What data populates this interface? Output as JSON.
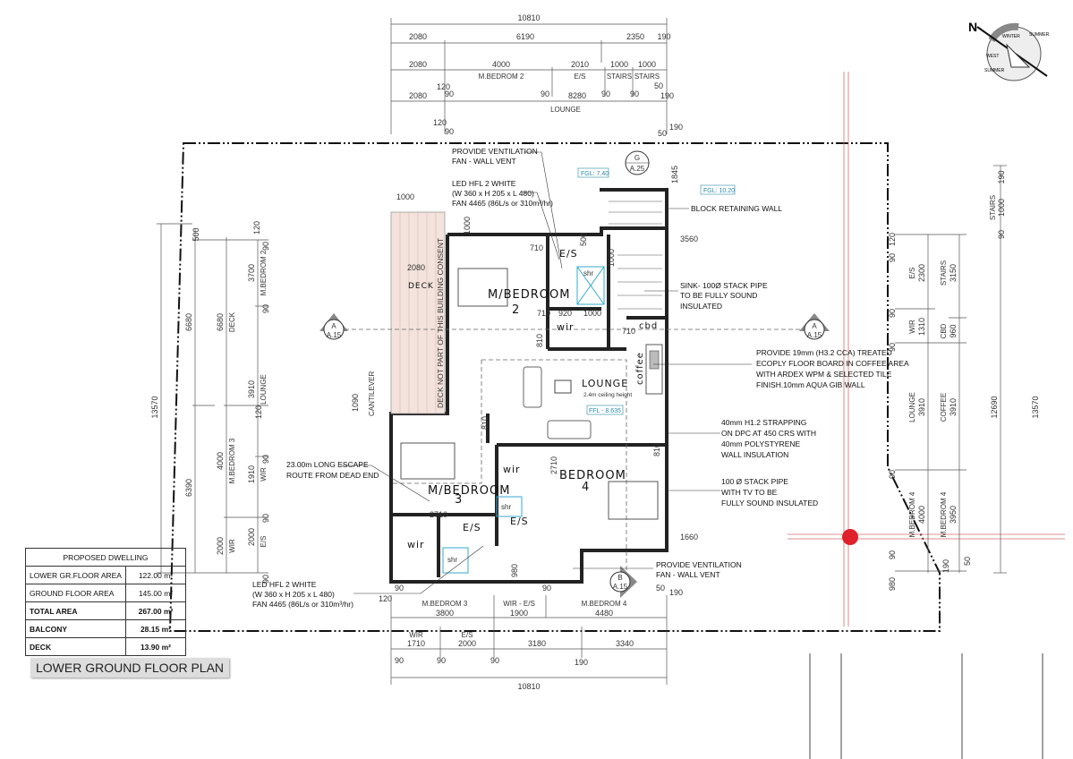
{
  "title": "LOWER GROUND FLOOR PLAN",
  "area_table": {
    "header": "PROPOSED DWELLING",
    "rows": [
      {
        "label": "LOWER GR.FLOOR AREA",
        "value": "122.00 m²"
      },
      {
        "label": "GROUND FLOOR  AREA",
        "value": "145.00 m²"
      },
      {
        "label": "TOTAL  AREA",
        "value": "267.00 m²"
      },
      {
        "label": "BALCONY",
        "value": "28.15 m²"
      },
      {
        "label": "DECK",
        "value": "13.90 m²"
      }
    ]
  },
  "rooms": {
    "m_bedroom_2": "M/BEDROOM",
    "m_bedroom_2_num": "2",
    "m_bedroom_3": "M/BEDROOM",
    "m_bedroom_3_num": "3",
    "bedroom_4": "BEDROOM",
    "bedroom_4_num": "4",
    "lounge": "LOUNGE",
    "lounge_ceiling": "2.4m ceiling height",
    "deck": "DECK",
    "deck_note": "DECK NOT PART OF THIS BUILDING CONSENT",
    "cbd": "cbd",
    "coffee": "coffee",
    "wir": "wir",
    "es": "E/S",
    "shr": "shr",
    "cantilever": "CANTILEVER"
  },
  "levels": {
    "fgl_1": "FGL: 7.40",
    "fgl_2": "FGL: 10.20",
    "ffl": "FFL - 8.635"
  },
  "notes": {
    "vent_top": [
      "PROVIDE VENTILATION",
      "FAN  - WALL VENT"
    ],
    "led_top": [
      "LED HFL 2 WHITE",
      "(W 360 x H 205 x L 480)",
      "FAN 4465 (86L/s or 310m³/hr)"
    ],
    "retaining": "BLOCK RETAINING WALL",
    "sink": [
      "SINK- 100Ø STACK PIPE",
      "TO BE FULLY SOUND",
      "INSULATED"
    ],
    "floor_board": [
      "PROVIDE 19mm (H3.2 CCA) TREATED",
      "ECOPLY FLOOR BOARD IN COFFEE AREA",
      "WITH ARDEX WPM & SELECTED TILE",
      "FINISH.10mm AQUA GIB WALL"
    ],
    "strapping": [
      "40mm H1.2 STRAPPING",
      "ON DPC AT 450 CRS WITH",
      "40mm POLYSTYRENE",
      "WALL INSULATION"
    ],
    "stack_tv": [
      "100 Ø STACK PIPE",
      "WITH TV TO BE",
      "FULLY SOUND INSULATED"
    ],
    "escape": [
      "23.00m LONG ESCAPE",
      "ROUTE FROM DEAD END"
    ],
    "vent_bottom": [
      "PROVIDE VENTILATION",
      "FAN  - WALL VENT"
    ],
    "led_bottom": [
      "LED HFL 2 WHITE",
      "(W 360 x H 205 x L 480)",
      "FAN 4465 (86L/s or 310m³/hr)"
    ]
  },
  "section_markers": [
    {
      "letter": "G",
      "sheet": "A.25"
    },
    {
      "letter": "A",
      "sheet": "A.15"
    },
    {
      "letter": "A",
      "sheet": "A.15"
    },
    {
      "letter": "B",
      "sheet": "A.15"
    }
  ],
  "dims_top": {
    "overall": "10810",
    "row2": [
      "2080",
      "6190",
      "2350",
      "190"
    ],
    "row3": [
      "2080",
      "4000",
      "2010",
      "1000",
      "1000"
    ],
    "row3_labels": [
      "M.BEDROM 2",
      "E/S",
      "STAIRS",
      "STAIRS"
    ],
    "row4": [
      "2080",
      "8280"
    ],
    "row4_label": "LOUNGE",
    "small": [
      "120",
      "90",
      "90",
      "90",
      "90",
      "50",
      "120",
      "90",
      "190",
      "50",
      "190"
    ]
  },
  "dims_bottom": {
    "row1_labels": [
      "M.BEDROM 3",
      "WIR - E/S",
      "M.BEDROM 4"
    ],
    "row1": [
      "3800",
      "1900",
      "4480"
    ],
    "row2_labels": [
      "WIR",
      "E/S"
    ],
    "row2": [
      "1710",
      "2000",
      "3180",
      "3340"
    ],
    "small": [
      "90",
      "90",
      "90",
      "190",
      "120",
      "90",
      "90",
      "50",
      "190"
    ],
    "overall": "10810"
  },
  "dims_left": {
    "overall": "13570",
    "col2": [
      "500",
      "6680",
      "6390"
    ],
    "col3": [
      "6680",
      "4000",
      "2000"
    ],
    "col3_labels": [
      "DECK",
      "M.BEDROM 3",
      "WIR"
    ],
    "col4": [
      "3700",
      "3910",
      "1910",
      "2000"
    ],
    "col4_labels": [
      "M.BEDROM 2",
      "LOUNGE",
      "WIR",
      "E/S"
    ],
    "small": [
      "120",
      "90",
      "120",
      "90",
      "90",
      "90",
      "90"
    ]
  },
  "dims_right": {
    "col1": [
      "2300",
      "1310",
      "3910",
      "4000"
    ],
    "col1_labels": [
      "E/S",
      "WIR",
      "LOUNGE",
      "M.BEDROM 4"
    ],
    "col2": [
      "3150",
      "960",
      "3910",
      "3950"
    ],
    "col2_labels": [
      "STAIRS",
      "CBD",
      "COFFEE",
      "M.BEDROM 4"
    ],
    "col3": [
      "190",
      "1000",
      "90",
      "12690",
      "13570"
    ],
    "col3_labels": [
      "STAIRS"
    ],
    "small": [
      "120",
      "90",
      "90",
      "90",
      "90",
      "90",
      "190",
      "50",
      "980"
    ]
  },
  "plan_dims": [
    "1000",
    "1000",
    "2080",
    "500",
    "1000",
    "3560",
    "1845",
    "920",
    "1000",
    "710",
    "710",
    "710",
    "810",
    "810",
    "810",
    "1090",
    "2710",
    "2710",
    "1660",
    "980"
  ],
  "compass": {
    "north": "N",
    "labels": [
      "WINTER",
      "SUMMER",
      "SUMMER",
      "WEST"
    ]
  },
  "colors": {
    "setout_point": "#e0202a",
    "grid_line": "#d46a6a",
    "level_tag": "#2a8aa8",
    "wet_area": "#35a8d0"
  }
}
